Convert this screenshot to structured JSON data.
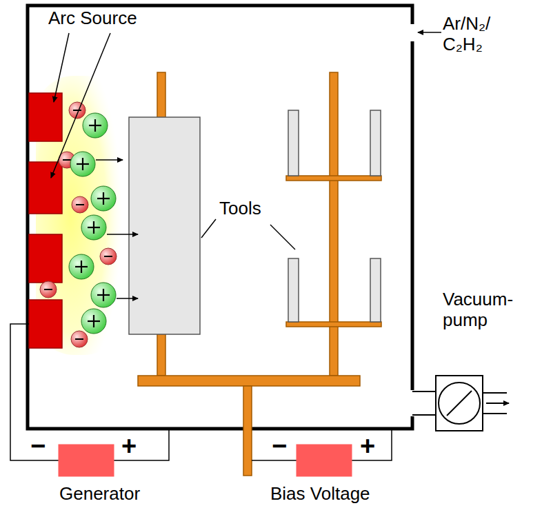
{
  "diagram": {
    "labels": [
      "Arc Source",
      "Ar/N₂/ C₂H₂",
      "Tools",
      "Vacuum- pump",
      "−",
      "+",
      "Generator",
      "−",
      "+",
      "Bias Voltage"
    ]
  }
}
